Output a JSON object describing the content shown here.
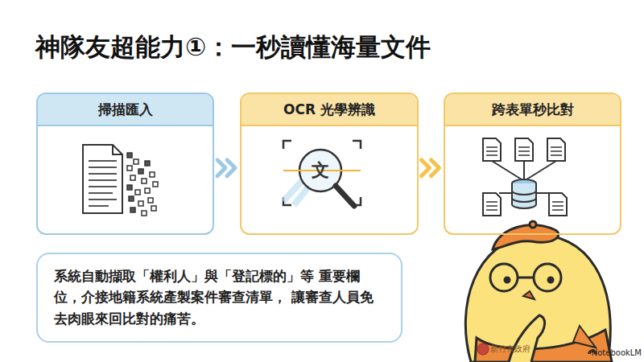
{
  "diagram": {
    "title": "神隊友超能力①：一秒讀懂海量文件",
    "nodes": [
      {
        "text": [
          "掃描匯入"
        ]
      },
      {
        "text": [
          "OCR 光學辨識"
        ]
      },
      {
        "text": [
          "跨表單秒比對"
        ]
      },
      {
        "text": [
          "系統自動擷取「權利人」與「登記標的」等 重要欄位，介接地籍系統產製案件審查清單， 讓審查人員免去肉眼來回比對的痛苦。"
        ]
      }
    ],
    "edges": [
      {
        "from": 0,
        "to": 1,
        "arrow": "to"
      },
      {
        "from": 1,
        "to": 2,
        "arrow": "to"
      }
    ],
    "labels": [
      "文",
      "新竹市政府",
      "NotebookLM"
    ]
  }
}
